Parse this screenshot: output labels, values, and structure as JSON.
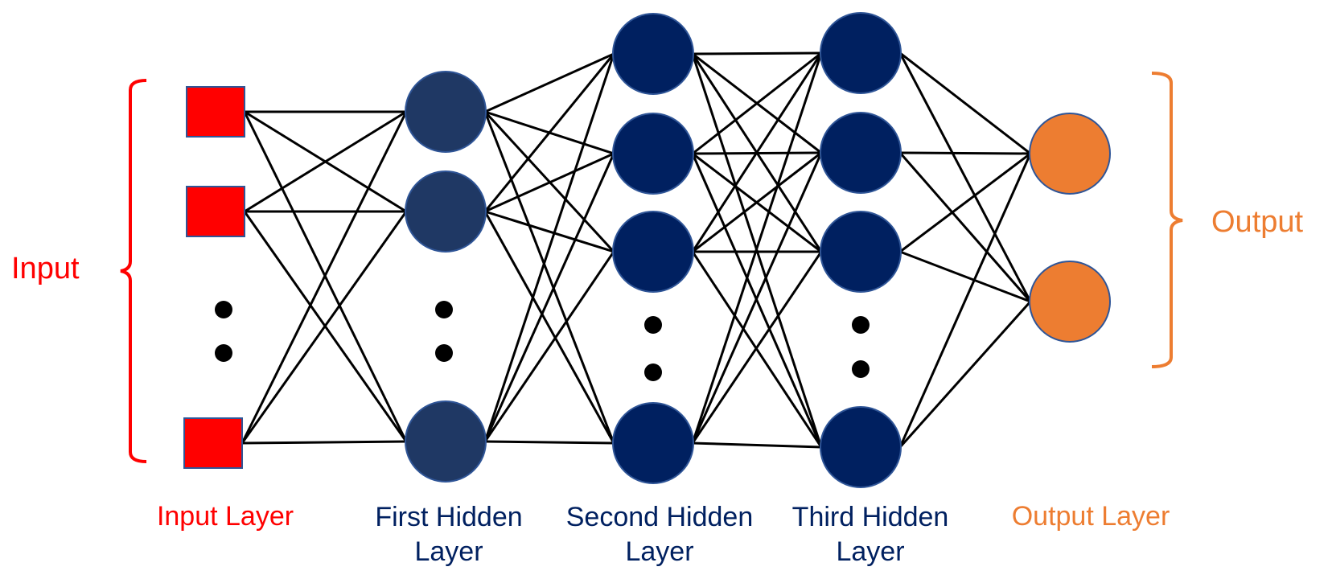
{
  "labels": {
    "input": "Input",
    "output": "Output",
    "input_layer": "Input Layer",
    "first_hidden_line1": "First Hidden",
    "first_hidden_line2": "Layer",
    "second_hidden_line1": "Second Hidden",
    "second_hidden_line2": "Layer",
    "third_hidden_line1": "Third Hidden",
    "third_hidden_line2": "Layer",
    "output_layer": "Output Layer"
  },
  "colors": {
    "input_node": "#ff0000",
    "first_hidden_node": "#1f3864",
    "deep_hidden_node": "#002060",
    "output_node": "#ed7d31",
    "input_text": "#ff0000",
    "hidden_text": "#002060",
    "output_text": "#ed7d31",
    "edge": "#000000",
    "dots": "#000000"
  }
}
